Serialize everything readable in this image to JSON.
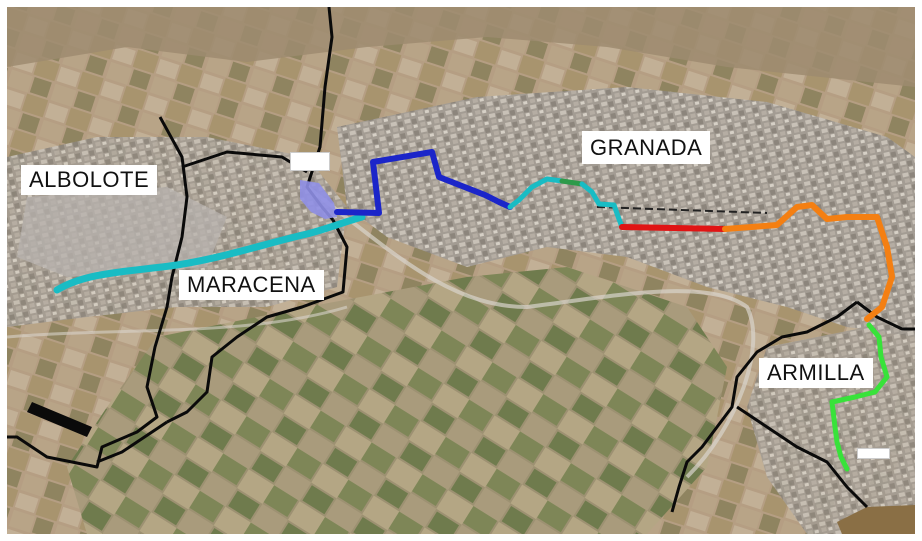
{
  "map": {
    "labels": {
      "albolote": "ALBOLOTE",
      "maracena": "MARACENA",
      "granada": "GRANADA",
      "armilla": "ARMILLA"
    },
    "small_signs": {
      "station": "",
      "south": ""
    },
    "colors": {
      "background": "#b39d83",
      "boundary": "#0a0a0a",
      "segment_cyan": "#19bcc4",
      "segment_blue": "#1b25c9",
      "segment_green_dark": "#2e9a4a",
      "segment_red": "#e01414",
      "segment_orange": "#f47f12",
      "segment_green_light": "#38e23a",
      "station_area": "#8f8fe6"
    }
  }
}
